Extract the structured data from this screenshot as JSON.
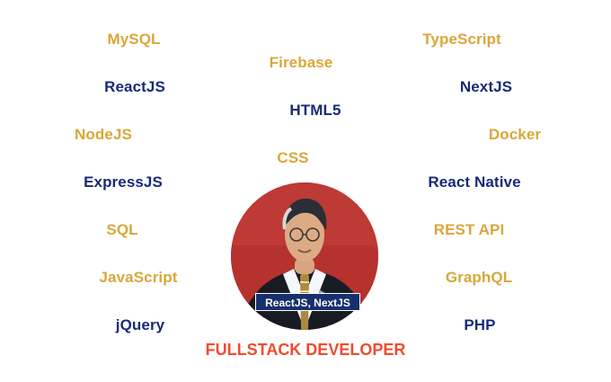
{
  "technologies": {
    "mysql": "MySQL",
    "typescript": "TypeScript",
    "firebase": "Firebase",
    "reactjs": "ReactJS",
    "nextjs": "NextJS",
    "html5": "HTML5",
    "nodejs": "NodeJS",
    "docker": "Docker",
    "css": "CSS",
    "expressjs": "ExpressJS",
    "react_native": "React Native",
    "sql": "SQL",
    "rest_api": "REST API",
    "javascript": "JavaScript",
    "graphql": "GraphQL",
    "jquery": "jQuery",
    "php": "PHP"
  },
  "profile": {
    "badge": "ReactJS, NextJS",
    "title": "FULLSTACK DEVELOPER"
  },
  "colors": {
    "gold": "#d9a73a",
    "navy": "#182a78",
    "accent": "#f04c2e",
    "badge_bg": "#17306d",
    "avatar_bg": "#b7342f"
  }
}
